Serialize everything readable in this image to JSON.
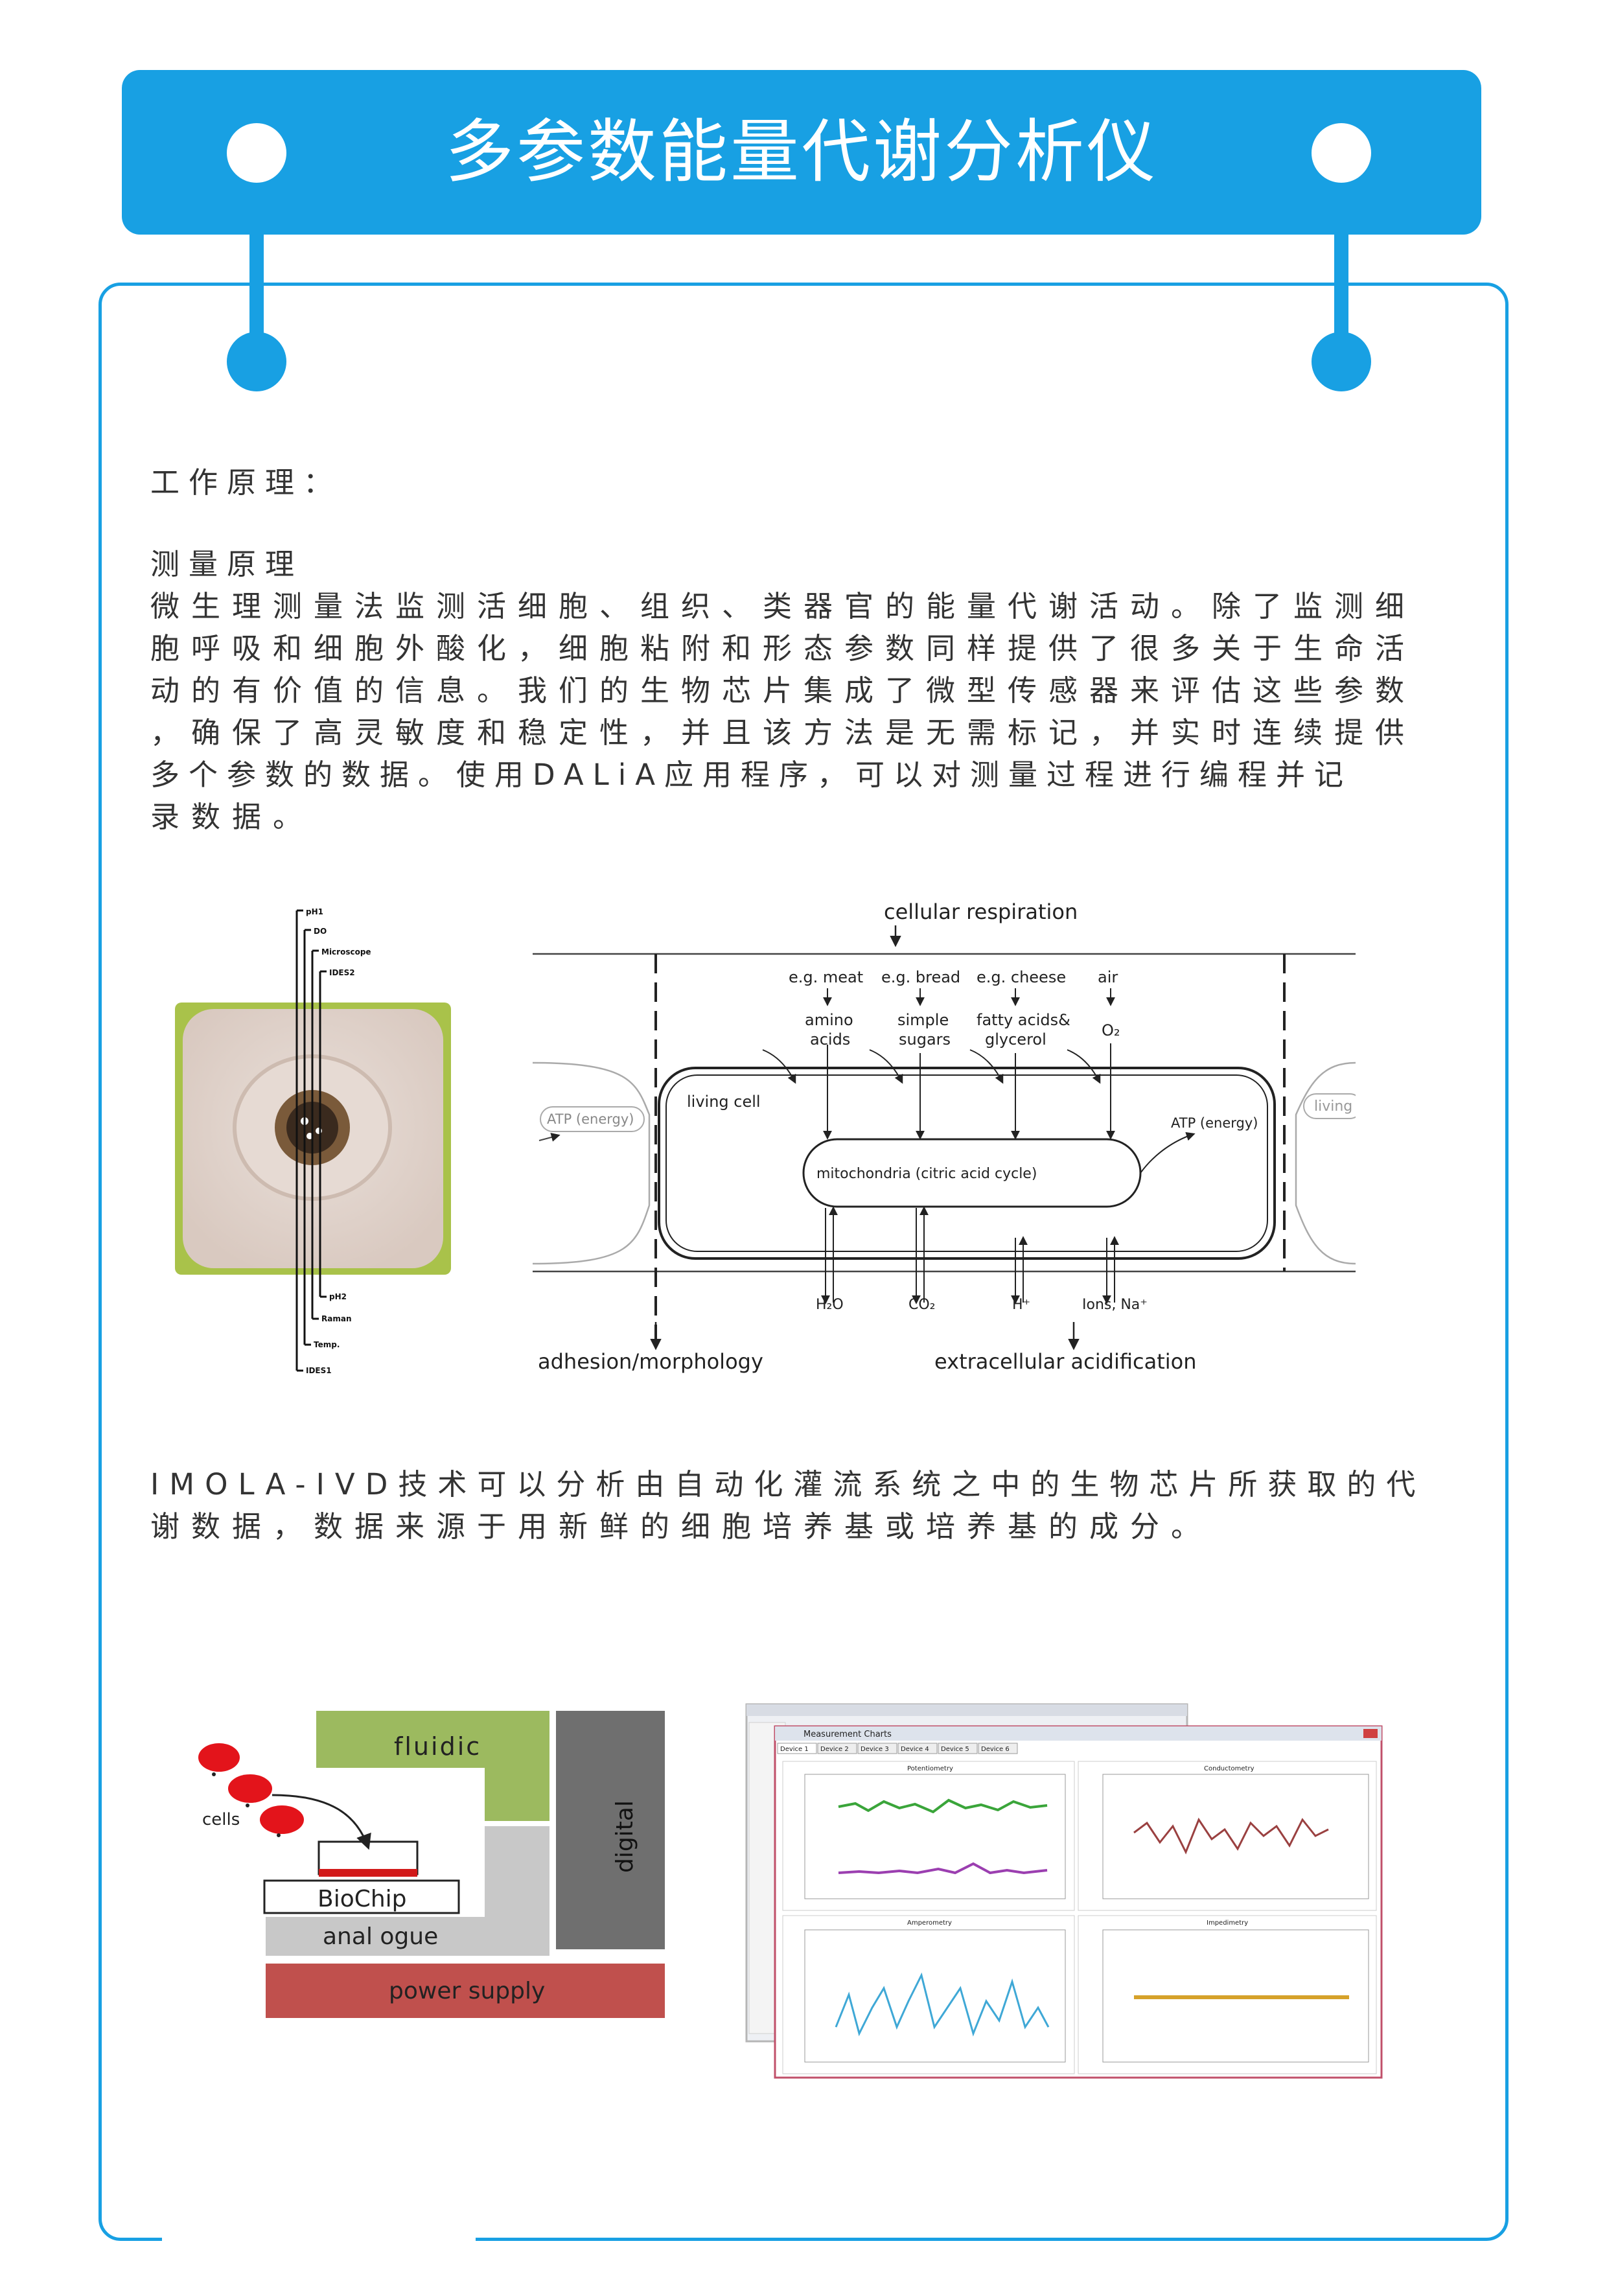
{
  "header": {
    "title": "多参数能量代谢分析仪"
  },
  "section": {
    "heading": "工作原理：",
    "subheading": "测量原理",
    "paragraph_lines": [
      "微生理测量法监测活细胞、组织、类器官的能量代谢活动。除了监测细",
      "胞呼吸和细胞外酸化，细胞粘附和形态参数同样提供了很多关于生命活",
      "动的有价值的信息。我们的生物芯片集成了微型传感器来评估这些参数",
      "，确保了高灵敏度和稳定性，并且该方法是无需标记，并实时连续提供",
      "多个参数的数据。使用DALiA应用程序，可以对测量过程进行编程并记",
      "录数据。"
    ],
    "paragraph2_lines": [
      "IMOLA-IVD技术可以分析由自动化灌流系统之中的生物芯片所获取的代",
      "谢数据，数据来源于用新鲜的细胞培养基或培养基的成分。"
    ]
  },
  "chip_figure": {
    "labels_top": [
      "pH1",
      "DO",
      "Microscope",
      "IDES2"
    ],
    "labels_bottom": [
      "pH2",
      "Raman",
      "Temp.",
      "IDES1"
    ]
  },
  "respiration_diagram": {
    "title": "cellular respiration",
    "foods": [
      "e.g. meat",
      "e.g. bread",
      "e.g. cheese",
      "air"
    ],
    "nutrients": [
      [
        "amino",
        "acids"
      ],
      [
        "simple",
        "sugars"
      ],
      [
        "fatty acids&",
        "glycerol"
      ],
      [
        "O₂"
      ]
    ],
    "living_cell": "living cell",
    "left_cell": "ATP (energy)",
    "right_cell": "living",
    "atp_out": "ATP (energy)",
    "mito": "mitochondria  (citric acid cycle)",
    "outputs": [
      "H₂O",
      "CO₂",
      "H⁺",
      "Ions, Na⁺"
    ],
    "bottom_left": "adhesion/morphology",
    "bottom_right": "extracellular acidification"
  },
  "system_diagram": {
    "fluidic": "fluidic",
    "digital": "digital",
    "cells": "cells",
    "biochip": "BioChip",
    "analogue": "anal ogue",
    "power": "power supply",
    "colors": {
      "fluidic": "#9cba5f",
      "digital": "#6f6f6f",
      "analogue": "#c8c8c8",
      "power": "#c0504d",
      "cell": "#e3141b"
    }
  },
  "software_window": {
    "title": "Measurement Charts",
    "tabs": [
      "Device 1",
      "Device 2",
      "Device 3",
      "Device 4",
      "Device 5",
      "Device 6"
    ],
    "panels": [
      "Potentiometry",
      "Conductometry",
      "Amperometry",
      "Impedimetry"
    ]
  }
}
